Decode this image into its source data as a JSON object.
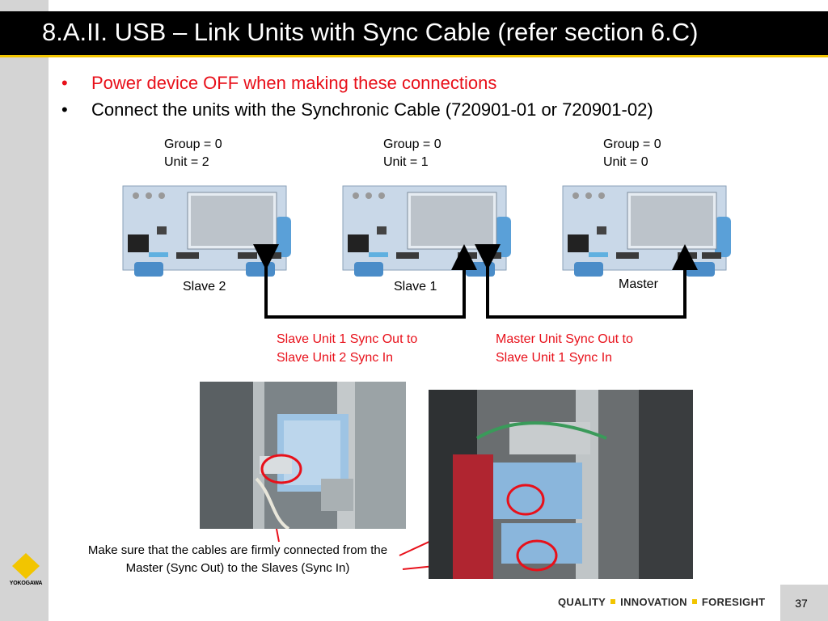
{
  "title": "8.A.II. USB – Link Units with Sync Cable (refer section 6.C)",
  "bullets": [
    {
      "marker": "•",
      "text": "Power device OFF when making these connections",
      "color": "#e8101a"
    },
    {
      "marker": "•",
      "text": "Connect the units with the Synchronic Cable (720901-01 or 720901-02)",
      "color": "#000000"
    }
  ],
  "units": [
    {
      "group": "Group = 0",
      "unit": "Unit = 2",
      "role": "Slave 2"
    },
    {
      "group": "Group = 0",
      "unit": "Unit = 1",
      "role": "Slave 1"
    },
    {
      "group": "Group = 0",
      "unit": "Unit = 0",
      "role": "Master"
    }
  ],
  "connections": [
    {
      "line1": "Slave Unit 1 Sync Out to",
      "line2": "Slave Unit 2 Sync In"
    },
    {
      "line1": "Master Unit Sync Out to",
      "line2": "Slave Unit 1 Sync In"
    }
  ],
  "note": "Make sure that the cables are firmly connected from the Master (Sync Out) to the Slaves (Sync In)",
  "logo": {
    "brand": "YOKOGAWA"
  },
  "tagline": [
    "QUALITY",
    "INNOVATION",
    "FORESIGHT"
  ],
  "page_number": "37",
  "colors": {
    "accent": "#f2c500",
    "warning": "#e8101a",
    "title_bg": "#000000",
    "sidebar": "#d4d4d4"
  }
}
